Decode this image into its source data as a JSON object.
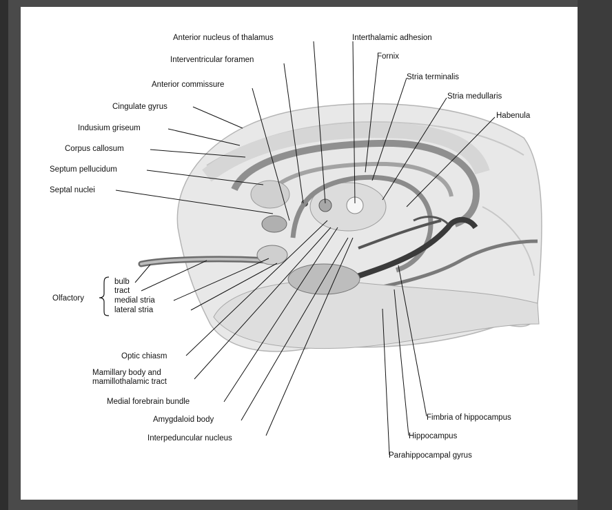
{
  "labels": {
    "anterior_nucleus_thalamus": "Anterior nucleus of thalamus",
    "interthalamic_adhesion": "Interthalamic adhesion",
    "interventricular_foramen": "Interventricular foramen",
    "fornix": "Fornix",
    "stria_terminalis": "Stria terminalis",
    "anterior_commissure": "Anterior commissure",
    "stria_medullaris": "Stria medullaris",
    "cingulate_gyrus": "Cingulate gyrus",
    "habenula": "Habenula",
    "indusium_griseum": "Indusium griseum",
    "corpus_callosum": "Corpus callosum",
    "septum_pellucidum": "Septum pellucidum",
    "septal_nuclei": "Septal nuclei",
    "olfactory": "Olfactory",
    "olfactory_bulb": "bulb",
    "olfactory_tract": "tract",
    "olfactory_medial_stria": "medial stria",
    "olfactory_lateral_stria": "lateral stria",
    "optic_chiasm": "Optic chiasm",
    "mamillary_body_1": "Mamillary body and",
    "mamillary_body_2": "mamillothalamic tract",
    "medial_forebrain_bundle": "Medial forebrain bundle",
    "amygdaloid_body": "Amygdaloid body",
    "interpeduncular_nucleus": "Interpeduncular nucleus",
    "fimbria_hippocampus": "Fimbria of hippocampus",
    "hippocampus": "Hippocampus",
    "parahippocampal_gyrus": "Parahippocampal gyrus"
  },
  "colors": {
    "background": "#4a4a4a",
    "paper": "#ffffff",
    "tissue": "#e6e6e6",
    "tissue_dark": "#8a8a8a",
    "structure": "#9c9c9c",
    "ink": "#111111"
  }
}
